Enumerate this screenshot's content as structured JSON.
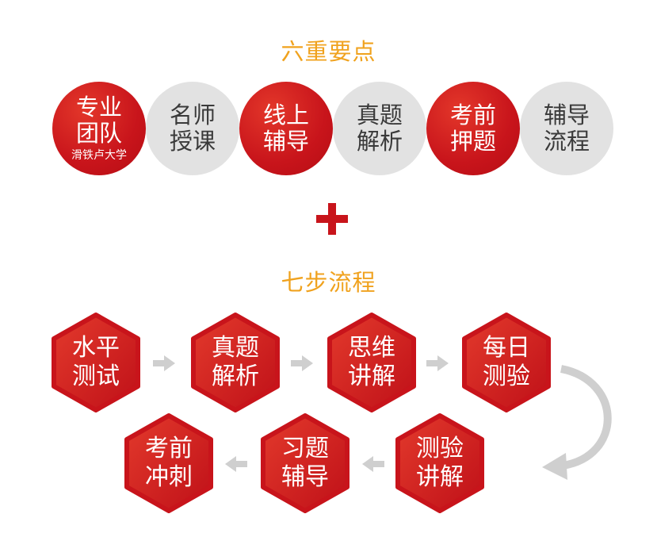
{
  "section_top": {
    "title": "六重要点"
  },
  "points": [
    {
      "lines": [
        "专业",
        "团队"
      ],
      "sub": "滑铁卢大学",
      "style": "red"
    },
    {
      "lines": [
        "名师",
        "授课"
      ],
      "sub": "",
      "style": "gray"
    },
    {
      "lines": [
        "线上",
        "辅导"
      ],
      "sub": "",
      "style": "red"
    },
    {
      "lines": [
        "真题",
        "解析"
      ],
      "sub": "",
      "style": "gray"
    },
    {
      "lines": [
        "考前",
        "押题"
      ],
      "sub": "",
      "style": "red"
    },
    {
      "lines": [
        "辅导",
        "流程"
      ],
      "sub": "",
      "style": "gray"
    }
  ],
  "section_bottom": {
    "title": "七步流程"
  },
  "steps": [
    {
      "lines": [
        "水平",
        "测试"
      ]
    },
    {
      "lines": [
        "真题",
        "解析"
      ]
    },
    {
      "lines": [
        "思维",
        "讲解"
      ]
    },
    {
      "lines": [
        "每日",
        "测验"
      ]
    },
    {
      "lines": [
        "测验",
        "讲解"
      ]
    },
    {
      "lines": [
        "习题",
        "辅导"
      ]
    },
    {
      "lines": [
        "考前",
        "冲刺"
      ]
    }
  ],
  "colors": {
    "title": "#f0a21e",
    "red": "#c8141b",
    "gray": "#e2e2e2",
    "arrow": "#cfcfcf"
  }
}
